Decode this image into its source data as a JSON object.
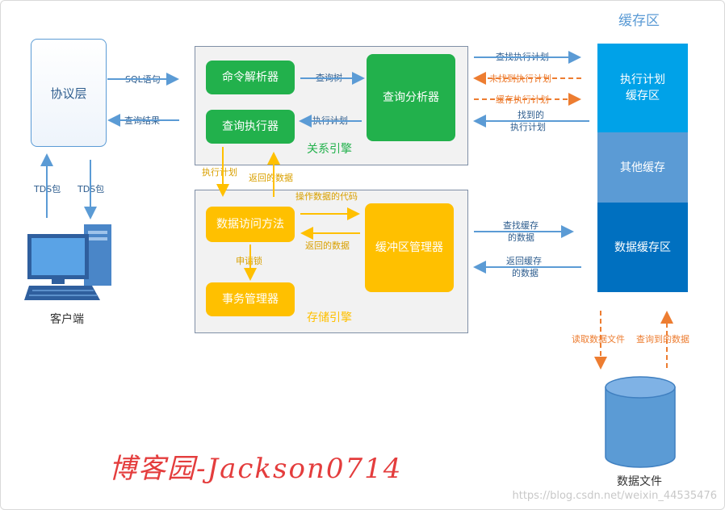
{
  "protocol_layer": "协议层",
  "client": {
    "label": "客户端"
  },
  "left_arrows": {
    "sql": "SQL语句",
    "result": "查询结果",
    "tds_up": "TDS包",
    "tds_down": "TDS包"
  },
  "relational_engine": {
    "title": "关系引擎",
    "command_parser": "命令解析器",
    "query_executor": "查询执行器",
    "query_analyzer": "查询分析器",
    "query_tree": "查询树",
    "exec_plan": "执行计划"
  },
  "between_engines": {
    "exec_plan": "执行计划",
    "returned_data": "返回的数据"
  },
  "storage_engine": {
    "title": "存储引擎",
    "data_access": "数据访问方法",
    "buffer_manager": "缓冲区管理器",
    "transaction_manager": "事务管理器",
    "op_code": "操作数据的代码",
    "returned_data": "返回的数据",
    "request_lock": "申请锁"
  },
  "cache_arrows": {
    "find_plan": "查找执行计划",
    "plan_not_found": "未找到执行计划",
    "cache_plan": "缓存执行计划",
    "found_plan_line1": "找到的",
    "found_plan_line2": "执行计划",
    "find_cache_line1": "查找缓存",
    "find_cache_line2": "的数据",
    "return_cache_line1": "返回缓存",
    "return_cache_line2": "的数据"
  },
  "cache_area": {
    "title": "缓存区",
    "plan_cache_line1": "执行计划",
    "plan_cache_line2": "缓存区",
    "other_cache": "其他缓存",
    "data_cache": "数据缓存区"
  },
  "disk_arrows": {
    "read_file": "读取数据文件",
    "query_data": "查询到的数据"
  },
  "data_file": "数据文件",
  "watermark": "博客园-Jackson0714",
  "url": "https://blog.csdn.net/weixin_44535476",
  "colors": {
    "green": "#22b14c",
    "yellow": "#ffc000",
    "cache_top": "#00a2e8",
    "cache_mid": "#5b9bd5",
    "cache_bottom": "#0070c0",
    "arrow_blue": "#5b9bd5",
    "arrow_orange": "#ed7d31"
  }
}
